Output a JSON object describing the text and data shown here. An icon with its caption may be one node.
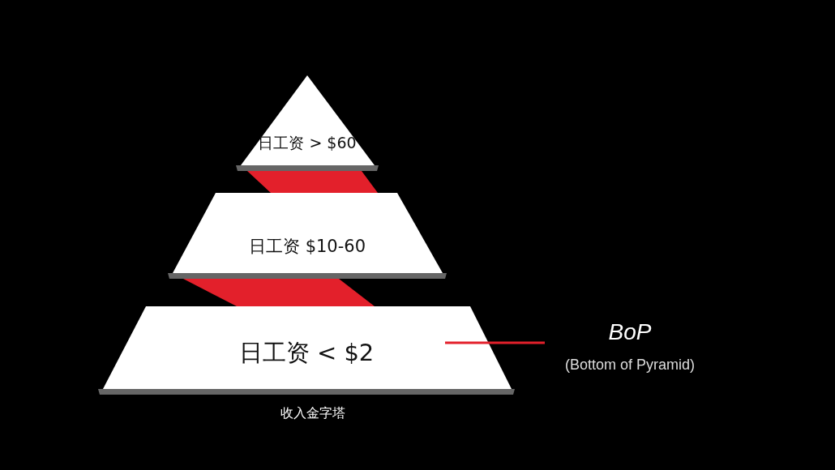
{
  "diagram": {
    "caption": "收入金字塔",
    "nodes": [
      {
        "text": [
          "日工资 > $60"
        ]
      },
      {
        "text": [
          "日工资 $10-60"
        ]
      },
      {
        "text": [
          "日工资 < $2"
        ]
      },
      {
        "text": [
          "BoP",
          "(Bottom of Pyramid)"
        ]
      }
    ],
    "edges": [
      {
        "from": 3,
        "to": 2,
        "arrow": "none",
        "color": "#e3202b"
      }
    ]
  }
}
